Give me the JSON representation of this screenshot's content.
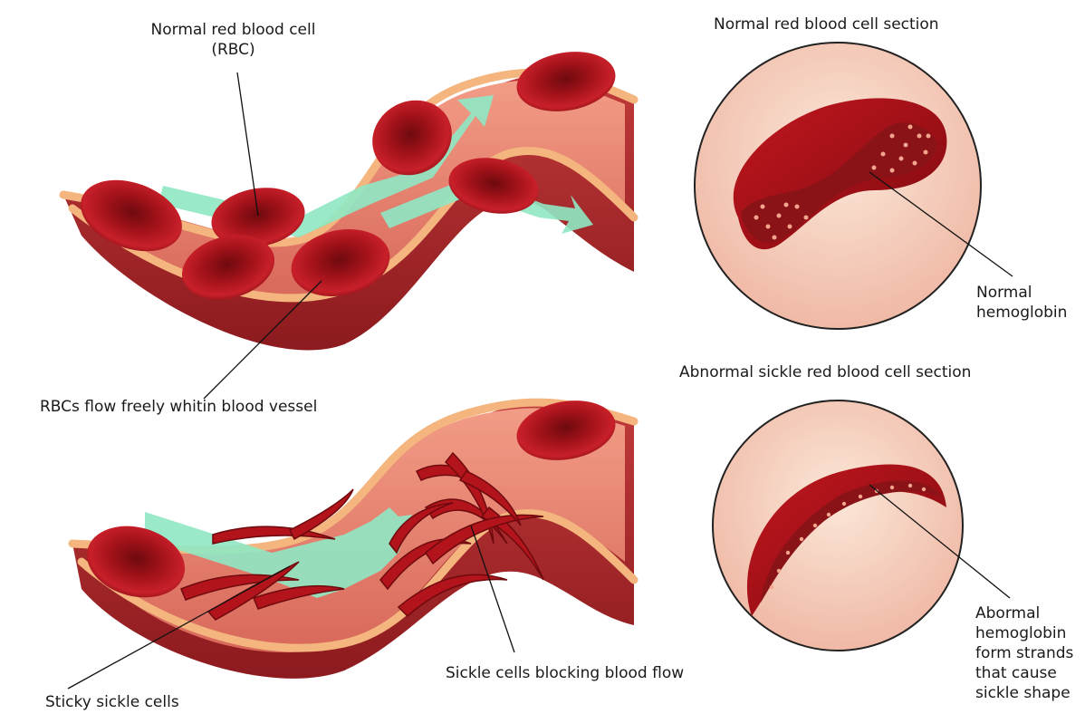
{
  "labels": {
    "normal_rbc": "Normal red blood cell\n(RBC)",
    "rbcs_flow": "RBCs flow freely whitin blood vessel",
    "normal_section_title": "Normal red blood cell section",
    "normal_hemoglobin": "Normal\nhemoglobin",
    "abnormal_section_title": "Abnormal sickle red blood cell section",
    "abnormal_hemoglobin": "Abormal\nhemoglobin\nform strands\nthat cause\nsickle shape",
    "sickle_blocking": "Sickle cells blocking blood flow",
    "sticky_sickle": "Sticky sickle cells"
  },
  "colors": {
    "vessel_wall": "#f2b27c",
    "vessel_inner": "#d96c5b",
    "vessel_dark": "#9e1f22",
    "rbc": "#b3141b",
    "rbc_dark": "#7a0c10",
    "flow_arrow": "#8fe8c4",
    "circle_bg": "#f7dcc9"
  }
}
